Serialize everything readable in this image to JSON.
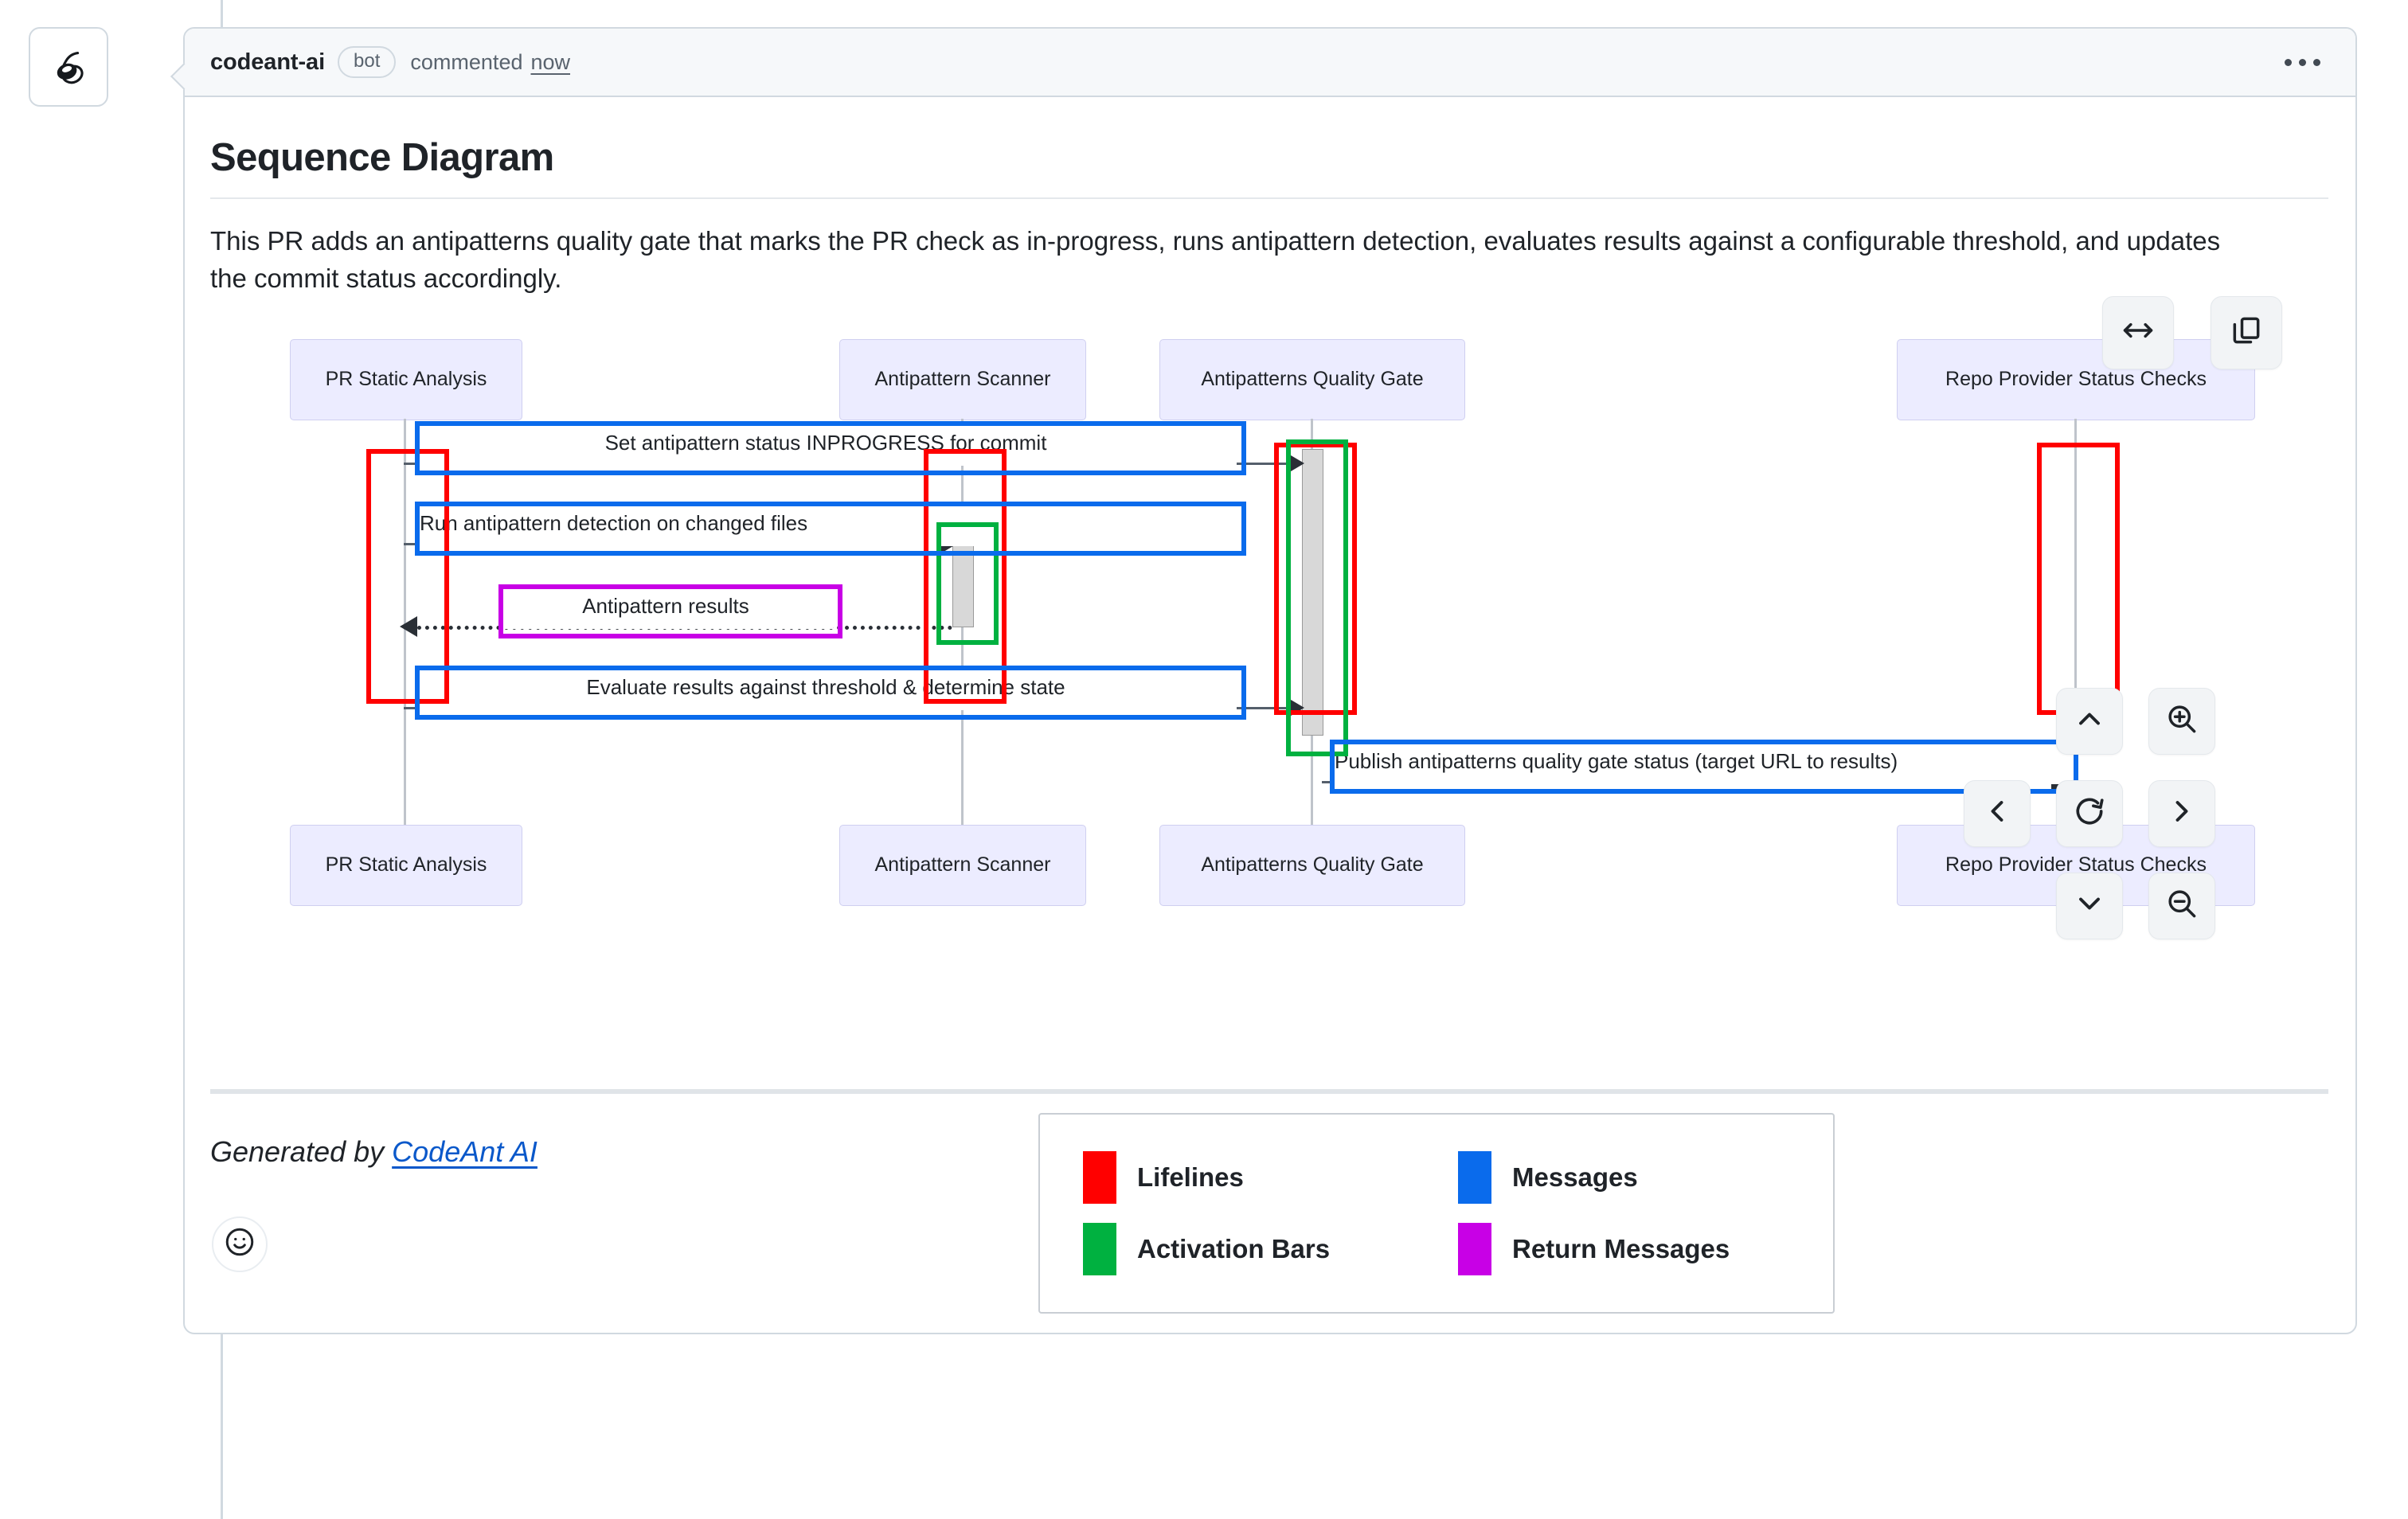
{
  "comment": {
    "author": "codeant-ai",
    "bot_badge": "bot",
    "commented_label": "commented",
    "timestamp": "now",
    "menu_icon": "kebab-menu-icon",
    "avatar_icon": "codeant-ai-logo"
  },
  "content": {
    "heading": "Sequence Diagram",
    "paragraph": "This PR adds an antipatterns quality gate that marks the PR check as in-progress, runs antipattern detection, evaluates results against a configurable threshold, and updates the commit status accordingly."
  },
  "diagram": {
    "type": "sequence",
    "participants": [
      {
        "id": "pr",
        "label": "PR Static Analysis"
      },
      {
        "id": "scanner",
        "label": "Antipattern Scanner"
      },
      {
        "id": "gate",
        "label": "Antipatterns Quality Gate"
      },
      {
        "id": "repo",
        "label": "Repo Provider Status Checks"
      }
    ],
    "messages": [
      {
        "index": 1,
        "from": "pr",
        "to": "gate",
        "kind": "call",
        "label": "Set antipattern status INPROGRESS for commit"
      },
      {
        "index": 2,
        "from": "pr",
        "to": "scanner",
        "kind": "call",
        "label": "Run antipattern detection on changed files"
      },
      {
        "index": 3,
        "from": "scanner",
        "to": "pr",
        "kind": "return",
        "label": "Antipattern results"
      },
      {
        "index": 4,
        "from": "pr",
        "to": "gate",
        "kind": "call",
        "label": "Evaluate results against threshold & determine state"
      },
      {
        "index": 5,
        "from": "gate",
        "to": "repo",
        "kind": "call",
        "label": "Publish antipatterns quality gate status (target URL to results)"
      }
    ],
    "legend": [
      {
        "label": "Lifelines",
        "color": "#ff0000"
      },
      {
        "label": "Messages",
        "color": "#0a6bec"
      },
      {
        "label": "Activation Bars",
        "color": "#00b140"
      },
      {
        "label": "Return Messages",
        "color": "#c800e6"
      }
    ],
    "controls": [
      {
        "name": "fit-width-button",
        "icon": "horizontal-arrows-icon"
      },
      {
        "name": "copy-button",
        "icon": "copy-icon"
      },
      {
        "name": "pan-up-button",
        "icon": "chevron-up-icon"
      },
      {
        "name": "zoom-in-button",
        "icon": "zoom-in-icon"
      },
      {
        "name": "pan-left-button",
        "icon": "chevron-left-icon"
      },
      {
        "name": "reset-view-button",
        "icon": "refresh-icon"
      },
      {
        "name": "pan-right-button",
        "icon": "chevron-right-icon"
      },
      {
        "name": "pan-down-button",
        "icon": "chevron-down-icon"
      },
      {
        "name": "zoom-out-button",
        "icon": "zoom-out-icon"
      }
    ]
  },
  "footer": {
    "generated_prefix": "Generated by ",
    "generated_link": "CodeAnt AI",
    "reaction_icon": "smiley-face-icon"
  }
}
